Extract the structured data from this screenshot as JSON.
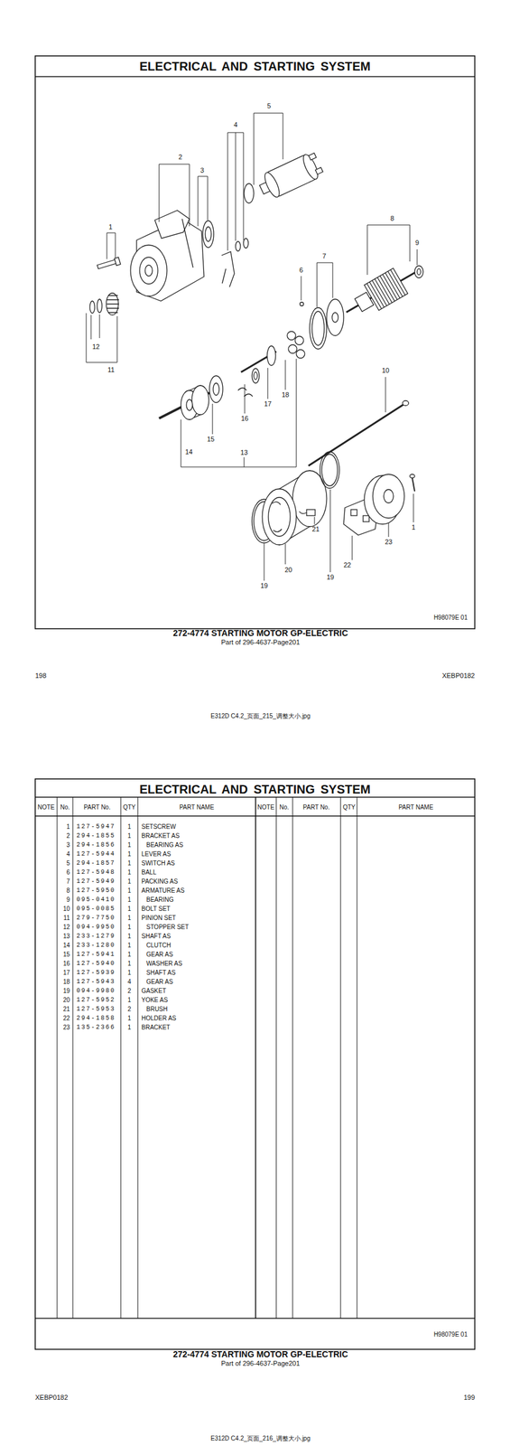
{
  "diagram": {
    "title": "ELECTRICAL AND STARTING SYSTEM",
    "caption": "272-4774 STARTING MOTOR GP-ELECTRIC",
    "labels": [
      "1",
      "2",
      "3",
      "4",
      "5",
      "6",
      "7",
      "8",
      "9",
      "10",
      "11",
      "12",
      "13",
      "14",
      "15",
      "16",
      "17",
      "18",
      "19",
      "20",
      "21",
      "22",
      "23",
      "19",
      "1",
      "H98079E 01",
      "Part of 296-4637-Page201",
      "198",
      "XEBP0182",
      "E312D  C4.2_页面_215_调整大小.jpg",
      "ELECTRICAL AND STARTING SYSTEM",
      "NOTE",
      "No.",
      "PART No.",
      "QTY",
      "PART NAME",
      "NOTE",
      "No.",
      "PART No.",
      "QTY",
      "PART NAME",
      "1",
      "127-5947",
      "1",
      "SETSCREW",
      "2",
      "294-1855",
      "1",
      "BRACKET AS",
      "3",
      "294-1856",
      "1",
      "BEARING AS",
      "4",
      "127-5944",
      "1",
      "LEVER AS",
      "5",
      "294-1857",
      "1",
      "SWITCH AS",
      "6",
      "127-5948",
      "1",
      "BALL",
      "7",
      "127-5949",
      "1",
      "PACKING AS",
      "8",
      "127-5950",
      "1",
      "ARMATURE AS",
      "9",
      "095-0410",
      "1",
      "BEARING",
      "10",
      "095-0085",
      "1",
      "BOLT SET",
      "11",
      "279-7750",
      "1",
      "PINION SET",
      "12",
      "094-9950",
      "1",
      "STOPPER SET",
      "13",
      "233-1279",
      "1",
      "SHAFT AS",
      "14",
      "233-1280",
      "1",
      "CLUTCH",
      "15",
      "127-5941",
      "1",
      "GEAR AS",
      "16",
      "127-5940",
      "1",
      "WASHER AS",
      "17",
      "127-5939",
      "1",
      "SHAFT AS",
      "18",
      "127-5943",
      "4",
      "GEAR AS",
      "19",
      "094-9980",
      "2",
      "GASKET",
      "20",
      "127-5952",
      "1",
      "YOKE AS",
      "21",
      "127-5953",
      "2",
      "BRUSH",
      "22",
      "294-1858",
      "1",
      "HOLDER AS",
      "23",
      "135-2366",
      "1",
      "BRACKET",
      "H98079E 01",
      "272-4774 STARTING MOTOR GP-ELECTRIC",
      "Part of 296-4637-Page201",
      "XEBP0182",
      "199",
      "E312D  C4.2_页面_216_调整大小.jpg"
    ]
  }
}
